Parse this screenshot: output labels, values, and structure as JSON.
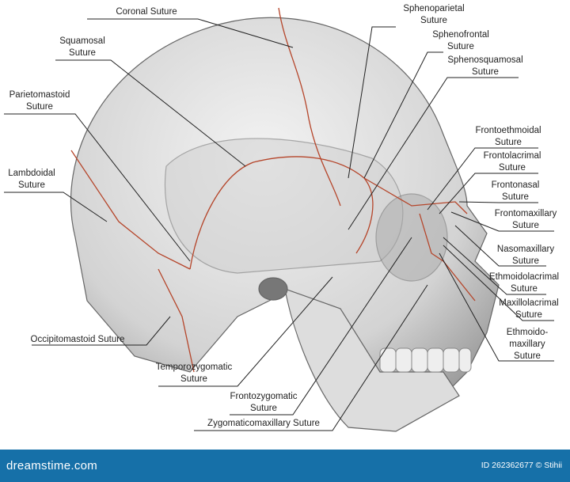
{
  "labels": {
    "coronal": [
      "Coronal Suture"
    ],
    "squamosal": [
      "Squamosal",
      "Suture"
    ],
    "parietomastoid": [
      "Parietomastoid",
      "Suture"
    ],
    "lambdoidal": [
      "Lambdoidal",
      "Suture"
    ],
    "occipitomastoid": [
      "Occipitomastoid Suture"
    ],
    "temporozygomatic": [
      "Temporozygomatic",
      "Suture"
    ],
    "frontozygomatic": [
      "Frontozygomatic",
      "Suture"
    ],
    "zygomaticomaxillary": [
      "Zygomaticomaxillary Suture"
    ],
    "sphenoparietal": [
      "Sphenoparietal",
      "Suture"
    ],
    "sphenofrontal": [
      "Sphenofrontal",
      "Suture"
    ],
    "sphenosquamosal": [
      "Sphenosquamosal",
      "Suture"
    ],
    "frontoethmoidal": [
      "Frontoethmoidal",
      "Suture"
    ],
    "frontolacrimal": [
      "Frontolacrimal",
      "Suture"
    ],
    "frontonasal": [
      "Frontonasal",
      "Suture"
    ],
    "frontomaxillary": [
      "Frontomaxillary",
      "Suture"
    ],
    "nasomaxillary": [
      "Nasomaxillary",
      "Suture"
    ],
    "ethmoidolacrimal": [
      "Ethmoidolacrimal",
      "Suture"
    ],
    "maxillolacrimal": [
      "Maxillolacrimal",
      "Suture"
    ],
    "ethmoidomaxillary": [
      "Ethmoido-",
      "maxillary",
      "Suture"
    ]
  },
  "footer": {
    "logo": "dreamstime.com",
    "credit": "ID 262362677 © Stihii"
  },
  "colors": {
    "suture": "#b5452a",
    "bone": "#d9d9d9",
    "footer": "#1670a8"
  }
}
